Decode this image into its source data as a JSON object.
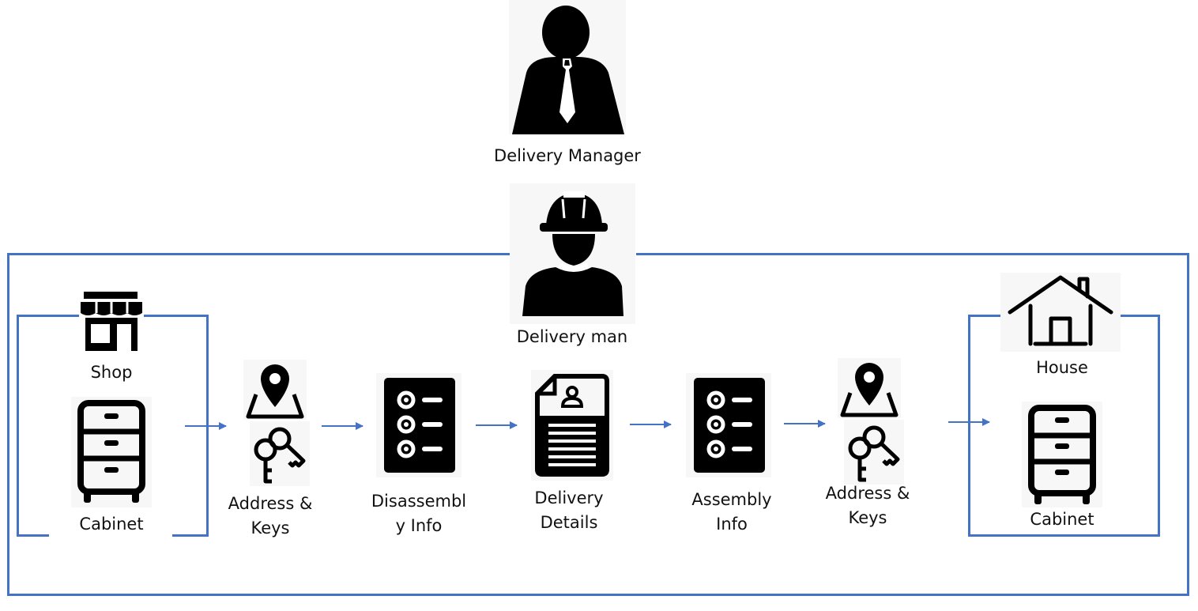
{
  "roles": {
    "manager_label": "Delivery Manager",
    "deliveryman_label": "Delivery man"
  },
  "origin": {
    "place_label": "Shop",
    "item_label": "Cabinet"
  },
  "destination": {
    "place_label": "House",
    "item_label": "Cabinet"
  },
  "steps": [
    {
      "lines": [
        "Address &",
        "Keys"
      ]
    },
    {
      "lines": [
        "Disassembl",
        "y Info"
      ]
    },
    {
      "lines": [
        "Delivery",
        "Details"
      ]
    },
    {
      "lines": [
        "Assembly",
        "Info"
      ]
    },
    {
      "lines": [
        "Address &",
        "Keys"
      ]
    }
  ],
  "colors": {
    "connector": "#4472c4",
    "icon": "#000000",
    "icon_background": "#f7f7f7"
  },
  "icons": [
    "manager-icon",
    "worker-icon",
    "shop-icon",
    "cabinet-icon",
    "map-pin-icon",
    "keys-icon",
    "checklist-icon",
    "document-icon",
    "house-icon"
  ]
}
